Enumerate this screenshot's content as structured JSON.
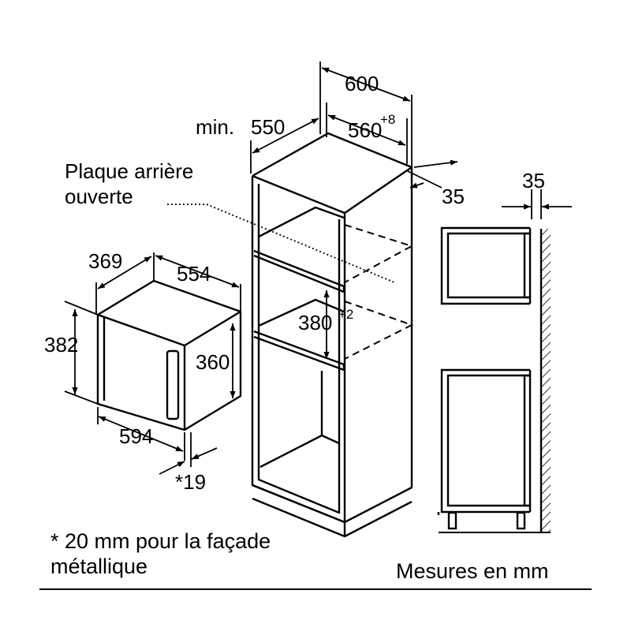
{
  "colors": {
    "line": "#000000",
    "background": "#ffffff"
  },
  "cabinet": {
    "width": "600",
    "depth_min_prefix": "min.",
    "depth_min": "550",
    "niche_width": "560",
    "niche_width_tol": "+8",
    "rear_gap": "35",
    "back_label_line1": "Plaque arrière",
    "back_label_line2": "ouverte",
    "niche_height": "380",
    "niche_height_tol": "+2"
  },
  "appliance": {
    "depth": "369",
    "width_top": "554",
    "height": "382",
    "height_inner": "360",
    "width_front": "594",
    "front_offset": "*19"
  },
  "side_view": {
    "gap": "35"
  },
  "footnote": {
    "line1": "* 20 mm pour la façade",
    "line2": "métallique"
  },
  "units": "Mesures en mm"
}
